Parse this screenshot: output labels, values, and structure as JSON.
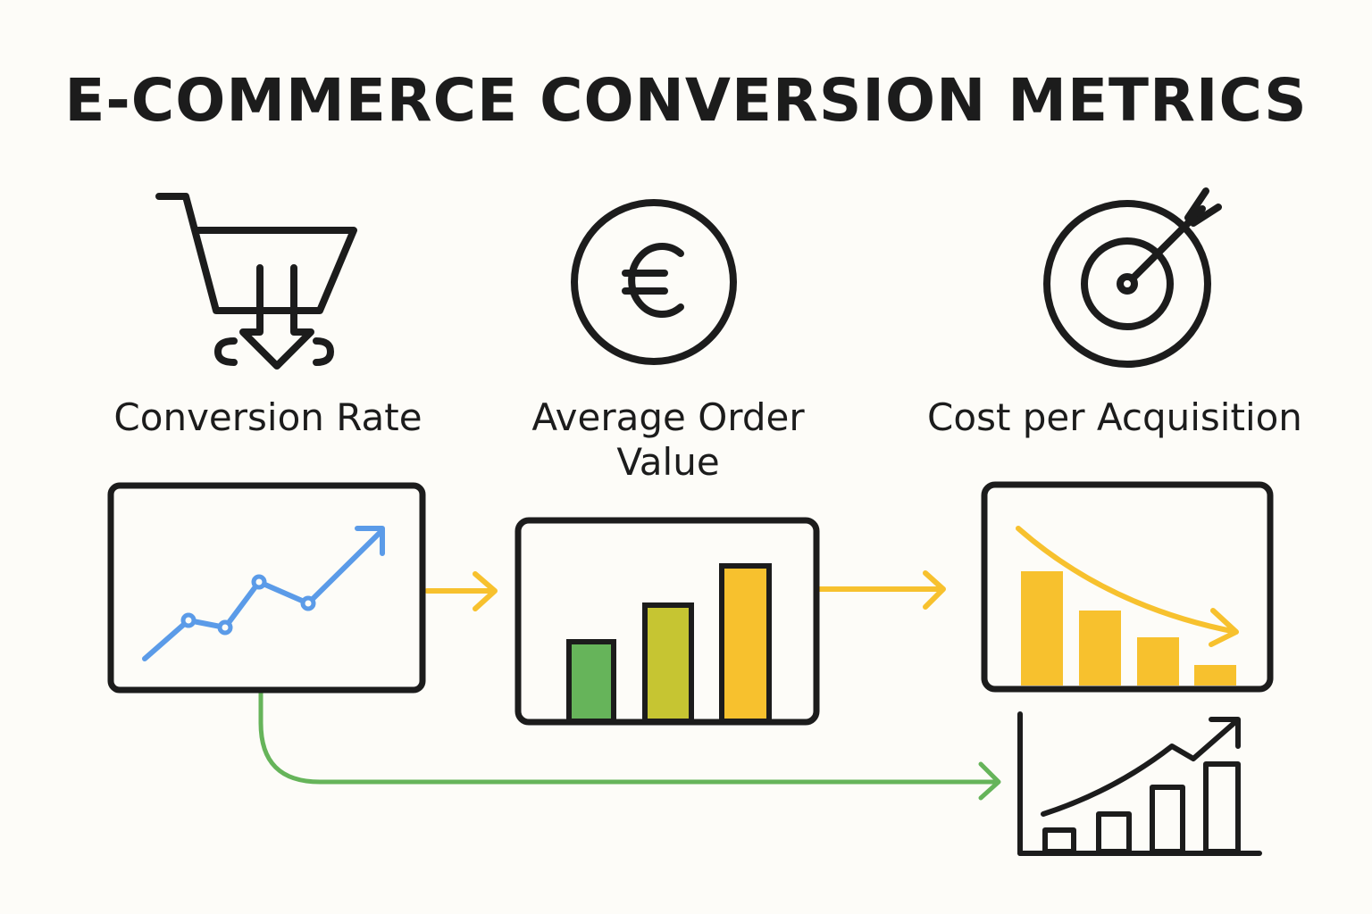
{
  "title": "E-COMMERCE CONVERSION METRICS",
  "metrics": [
    {
      "label": "Conversion Rate",
      "icon": "shopping-cart-download-icon"
    },
    {
      "label": "Average Order Value",
      "icon": "euro-coin-icon"
    },
    {
      "label": "Cost per Acquisition",
      "icon": "target-arrow-icon"
    }
  ],
  "colors": {
    "ink": "#1c1c1c",
    "blue": "#5b9be8",
    "yellow": "#f7c12e",
    "green": "#66b45a",
    "olive": "#c6c532",
    "background": "#fdfcf8"
  }
}
